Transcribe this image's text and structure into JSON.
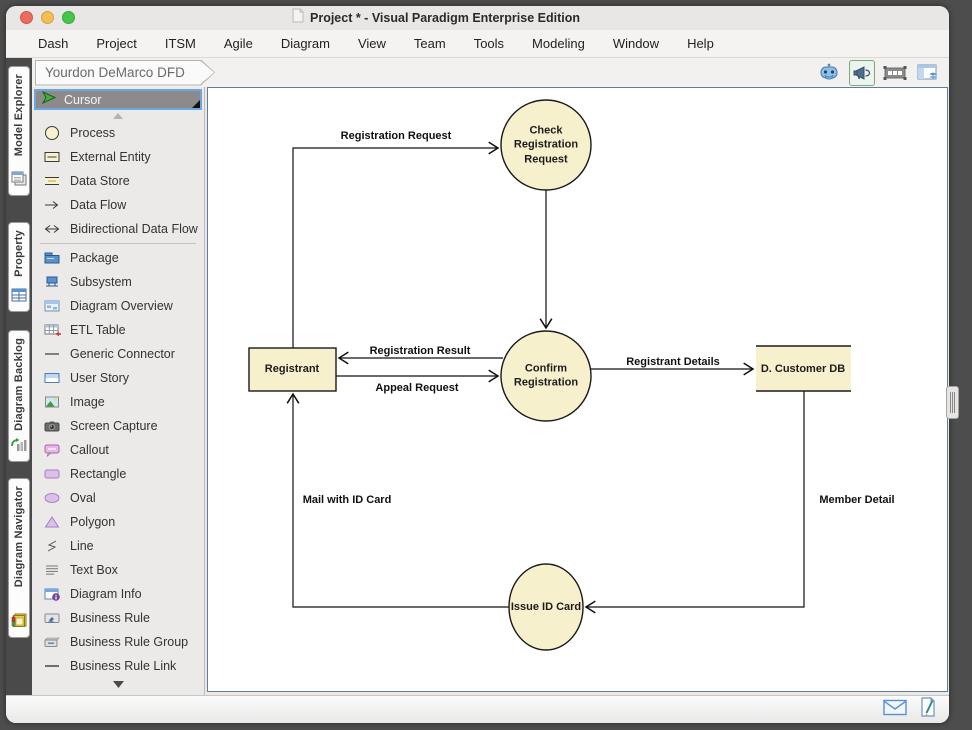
{
  "window": {
    "title": "Project * - Visual Paradigm Enterprise Edition"
  },
  "menu": {
    "items": [
      "Dash",
      "Project",
      "ITSM",
      "Agile",
      "Diagram",
      "View",
      "Team",
      "Tools",
      "Modeling",
      "Window",
      "Help"
    ]
  },
  "toolbar": {
    "diagram_tab": "Yourdon DeMarco DFD",
    "right_icons": [
      "assistant-robot-icon",
      "megaphone-icon",
      "presentation-frame-icon",
      "layout-panel-icon"
    ]
  },
  "side_tabs": {
    "items": [
      {
        "label": "Model Explorer"
      },
      {
        "label": "Property"
      },
      {
        "label": "Diagram Backlog"
      },
      {
        "label": "Diagram Navigator"
      }
    ]
  },
  "palette": {
    "cursor_label": "Cursor",
    "items": [
      {
        "label": "Process"
      },
      {
        "label": "External Entity"
      },
      {
        "label": "Data Store"
      },
      {
        "label": "Data Flow"
      },
      {
        "label": "Bidirectional Data Flow"
      },
      {
        "label": "Package"
      },
      {
        "label": "Subsystem"
      },
      {
        "label": "Diagram Overview"
      },
      {
        "label": "ETL Table"
      },
      {
        "label": "Generic Connector"
      },
      {
        "label": "User Story"
      },
      {
        "label": "Image"
      },
      {
        "label": "Screen Capture"
      },
      {
        "label": "Callout"
      },
      {
        "label": "Rectangle"
      },
      {
        "label": "Oval"
      },
      {
        "label": "Polygon"
      },
      {
        "label": "Line"
      },
      {
        "label": "Text Box"
      },
      {
        "label": "Diagram Info"
      },
      {
        "label": "Business Rule"
      },
      {
        "label": "Business Rule Group"
      },
      {
        "label": "Business Rule Link"
      }
    ]
  },
  "diagram": {
    "nodes": {
      "check_process": "Check Registration Request",
      "confirm_process": "Confirm Registration",
      "issue_process": "Issue ID Card",
      "registrant_entity": "Registrant",
      "customer_db_store": "D. Customer DB"
    },
    "flows": {
      "registration_request": "Registration Request",
      "registration_result": "Registration Result",
      "appeal_request": "Appeal Request",
      "registrant_details": "Registrant Details",
      "member_detail": "Member Detail",
      "mail_with_id_card": "Mail with ID Card"
    }
  },
  "colors": {
    "node_fill": "#f7f0cd",
    "node_stroke": "#1a1a1a",
    "canvas_border": "#5d7c9e",
    "selection_blue": "#6ca6e3",
    "frame": "#4d4d4d"
  }
}
